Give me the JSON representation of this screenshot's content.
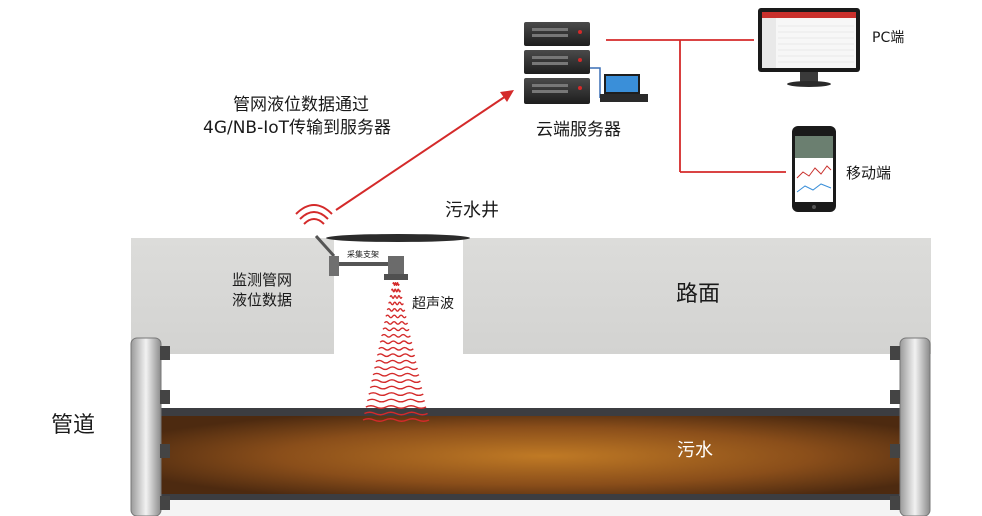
{
  "labels": {
    "transmit_line1": "管网液位数据通过",
    "transmit_line2": "4G/NB-IoT传输到服务器",
    "cloud_server": "云端服务器",
    "pc_client": "PC端",
    "mobile_client": "移动端",
    "manhole": "污水井",
    "monitor_line1": "监测管网",
    "monitor_line2": "液位数据",
    "bracket": "采集支架",
    "ultrasonic": "超声波",
    "road_surface": "路面",
    "pipe": "管道",
    "sewage": "污水"
  },
  "colors": {
    "signal_red": "#d42a2a",
    "road_gray": "#d9d9d7",
    "sewage_brown": "#a8631d",
    "pipe_band": "#3c3d41"
  },
  "icons": [
    "server-rack-icon",
    "monitor-icon",
    "smartphone-icon",
    "wireless-signal-icon",
    "sensor-icon"
  ]
}
